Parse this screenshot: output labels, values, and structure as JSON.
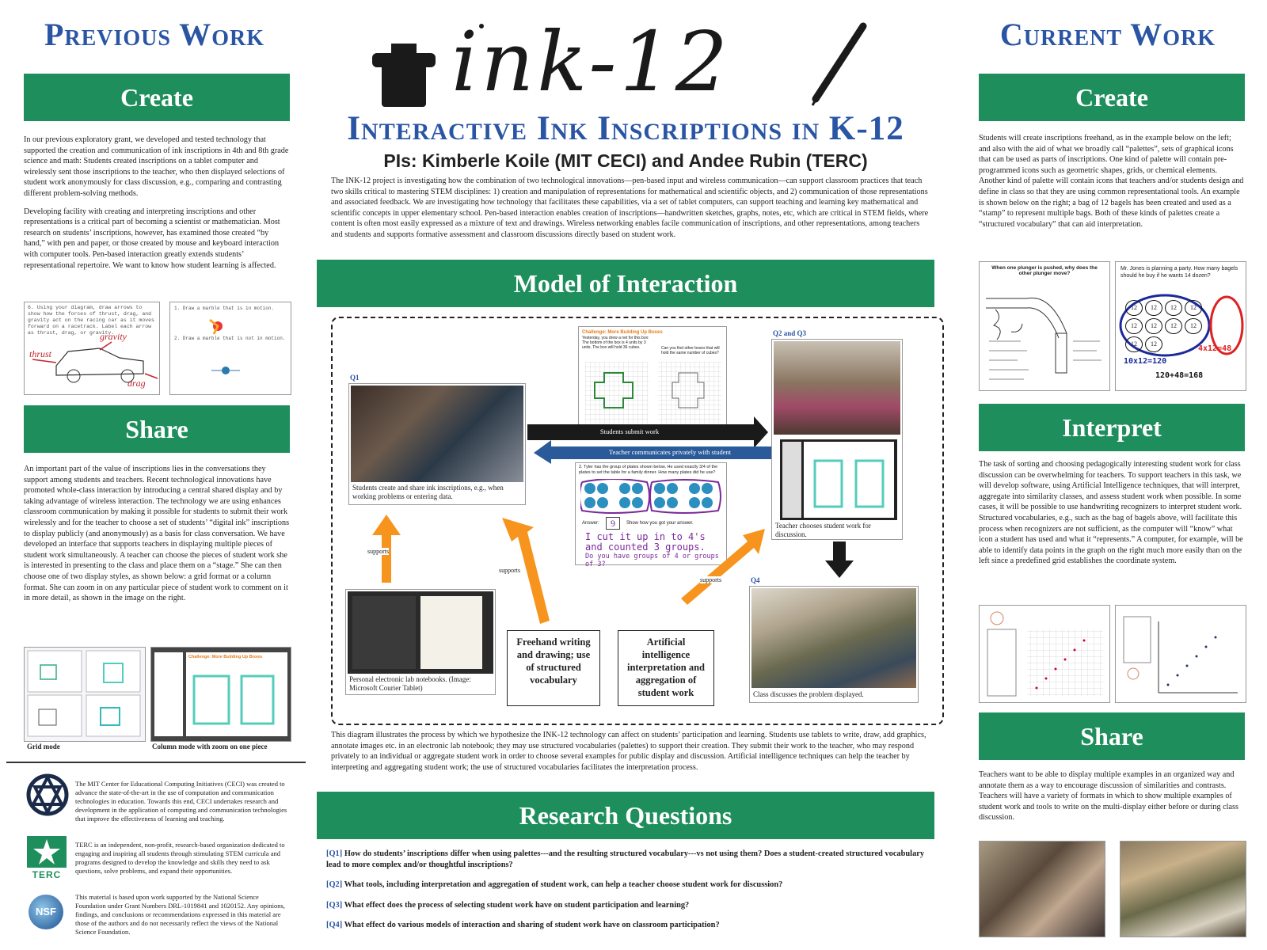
{
  "left": {
    "heading": "Previous Work",
    "create": {
      "title": "Create",
      "p1": "In our previous exploratory grant, we developed and tested technology that supported the creation and communication of ink inscriptions in 4th and 8th grade science and math: Students created inscriptions on a tablet computer and wirelessly sent those inscriptions to the teacher, who then displayed selections of student work anonymously for class discussion, e.g., comparing and contrasting different problem-solving methods.",
      "p2": "Developing facility with creating and interpreting inscriptions and other representations is a critical part of becoming a scientist or mathematician. Most research on students’ inscriptions, however, has examined those created “by hand,” with pen and paper, or those created by mouse and keyboard interaction with computer tools. Pen-based interaction greatly extends students’ representational repertoire. We want to know how student learning is affected.",
      "fig1_text": "6. Using your diagram, draw arrows to show how the forces of thrust, drag, and gravity act on the racing car as it moves forward on a racetrack. Label each arrow as thrust, drag, or gravity.",
      "fig1_labels": [
        "thrust",
        "gravity",
        "drag"
      ],
      "fig2_text1": "1. Draw a marble that is in motion.",
      "fig2_text2": "2. Draw a marble that is not in motion."
    },
    "share": {
      "title": "Share",
      "p1": "An important part of the value of inscriptions lies in the conversations they support among students and teachers. Recent technological innovations have promoted whole-class interaction by introducing a central shared display and by taking advantage of wireless interaction. The technology we are using enhances classroom communication by making it possible for students to submit their work wirelessly and for the teacher to choose a set of students’ “digital ink” inscriptions to display publicly (and anonymously) as a basis for class conversation. We have developed an interface that supports teachers in displaying multiple pieces of student work simultaneously. A teacher can choose the pieces of student work she is interested in presenting to the class and place them on a “stage.” She can then choose one of two display styles, as shown below: a grid format or a column format. She can zoom in on any particular piece of student work to comment on it in more detail, as shown in the image on the right.",
      "caption_grid": "Grid mode",
      "caption_column": "Column mode with zoom on one piece",
      "screen_title": "Challenge: More Building Up Boxes"
    },
    "orgs": {
      "ceci": "The MIT Center for Educational Computing Initiatives (CECI) was created to advance the state-of-the-art in the use of computation and communication technologies in education. Towards this end, CECI undertakes research and development in the application of computing and communication technologies that improve the effectiveness of learning and teaching.",
      "terc": "TERC is an independent, non-profit, research-based organization dedicated to engaging and inspiring all students through stimulating STEM curricula and programs designed to develop the knowledge and skills they need to ask questions, solve problems, and expand their opportunities.",
      "terc_label": "TERC",
      "nsf": "This material is based upon work supported by the National Science Foundation under Grant Numbers DRL-1019841 and 1020152. Any opinions, findings, and conclusions or recommendations expressed in this material are those of the authors and do not necessarily reflect the views of the National Science Foundation.",
      "nsf_label": "NSF"
    }
  },
  "center": {
    "logo": "ink-12",
    "title": "Interactive Ink Inscriptions in K-12",
    "pis": "PIs: Kimberle Koile (MIT CECI) and Andee Rubin (TERC)",
    "intro": "The INK-12 project is investigating how the combination of two technological innovations—pen-based input and wireless communication—can support classroom practices that teach two skills critical to mastering STEM disciplines: 1) creation and manipulation of representations for mathematical and scientific objects, and 2) communication of those representations and associated feedback. We are investigating how technology that facilitates these capabilities, via a set of tablet computers, can support teaching and learning key mathematical and scientific concepts in upper elementary school. Pen-based interaction enables creation of inscriptions—handwritten sketches, graphs, notes, etc, which are critical in STEM fields, where content is often most easily expressed as a mixture of text and drawings. Wireless networking enables facile communication of inscriptions, and other representations, among teachers and students and supports formative assessment and classroom discussions directly based on student work.",
    "model_title": "Model of Interaction",
    "diagram": {
      "q1": "Q1",
      "q2q3": "Q2 and Q3",
      "q4": "Q4",
      "students_caption": "Students create and share ink inscriptions, e.g., when working problems or entering data.",
      "teacher_caption": "Teacher chooses student work for discussion.",
      "notebook_caption": "Personal electronic lab notebooks. (Image: Microsoft Courier Tablet)",
      "class_caption": "Class discusses the problem displayed.",
      "submit": "Students submit work",
      "private": "Teacher communicates privately with student",
      "supports": "supports",
      "box1": "Freehand writing and drawing; use of structured vocabulary",
      "box2": "Artificial intelligence interpretation and aggregation of student work",
      "challenge_title": "Challenge: More Building Up Boxes",
      "challenge_q1": "Yesterday, you drew a net for this box:",
      "challenge_q2": "The bottom of the box is 4 units by 3 units. The box will hold 36 cubes.",
      "challenge_q3": "Can you find other boxes that will hold the same number of cubes?",
      "plates_q": "2. Tyler has the group of plates shown below. He used exactly 3/4 of the plates to set the table for a family dinner. How many plates did he use?",
      "answer_label": "Answer:",
      "answer_value": "9",
      "show_work": "Show how you got your answer.",
      "handwriting1": "I cut it up in to 4's",
      "handwriting2": "and counted 3 groups.",
      "handwriting3": "Do you have groups of 4 or groups of 3?"
    },
    "diagram_caption": "This diagram illustrates the process by which we hypothesize the INK-12 technology can affect on students’ participation and learning. Students use tablets to write, draw, add graphics, annotate images etc. in an electronic lab notebook; they may use structured vocabularies (palettes) to support their creation. They submit their work to the teacher, who may respond privately to an individual or aggregate student work in order to choose several examples for public display and discussion. Artificial intelligence techniques can help the teacher by interpreting and aggregating student work; the use of structured vocabularies facilitates the interpretation process.",
    "rq_title": "Research Questions",
    "questions": [
      {
        "tag": "[Q1]",
        "text": "How do students’ inscriptions differ when using palettes---and the resulting structured vocabulary---vs not using them? Does a student-created structured vocabulary lead to more complex and/or thoughtful inscriptions?"
      },
      {
        "tag": "[Q2]",
        "text": "What tools, including interpretation and aggregation of student work, can help a teacher choose student work for discussion?"
      },
      {
        "tag": "[Q3]",
        "text": "What effect does the process of selecting student work have on student participation and learning?"
      },
      {
        "tag": "[Q4]",
        "text": "What effect do various models of interaction and sharing of student work have on classroom participation?"
      }
    ]
  },
  "right": {
    "heading": "Current Work",
    "create": {
      "title": "Create",
      "p1": "Students will create inscriptions freehand, as in the example below on the left; and also with the aid of what we broadly call “palettes”, sets of graphical icons that can be used as parts of inscriptions. One kind of palette will contain pre-programmed icons such as geometric shapes, grids, or chemical elements. Another kind of palette will contain icons that teachers and/or students design and define in class so that they are using common representational tools. An example is shown below on the right; a bag of 12 bagels has been created and used as a “stamp” to represent multiple bags. Both of these kinds of palettes create a “structured vocabulary” that can aid interpretation.",
      "fig1_title": "When one plunger is pushed, why does the other plunger move?",
      "fig2_title": "Mr. Jones is planning a party. How many bagels should he buy if he wants 14 dozen?",
      "bagel_label": "12",
      "math1": "10x12=120",
      "math2": "4x12=48",
      "math3": "120+48=168"
    },
    "interpret": {
      "title": "Interpret",
      "p1": "The task of sorting and choosing pedagogically interesting student work for class discussion can be overwhelming for teachers. To support teachers in this task, we will develop software, using Artificial Intelligence techniques, that will interpret, aggregate into similarity classes, and assess student work when possible. In some cases, it will be possible to use handwriting recognizers to interpret student work. Structured vocabularies, e.g., such as the bag of bagels above, will facilitate this process when recognizers are not sufficient, as the computer will “know” what icon a student has used and what it “represents.” A computer, for example, will be able to identify data points in the graph on the right much more easily than on the left since a predefined grid establishes the coordinate system."
    },
    "share": {
      "title": "Share",
      "p1": "Teachers want to be able to display multiple examples in an organized way and annotate them as a way to encourage discussion of similarities and contrasts. Teachers will have a variety of formats in which to show multiple examples of student work and tools to write on the multi-display either before or during class discussion."
    }
  },
  "colors": {
    "green": "#1e8f5c",
    "blue": "#2a55a4",
    "arrow_orange": "#f7941d",
    "arrow_blue": "#2a5a9a"
  }
}
